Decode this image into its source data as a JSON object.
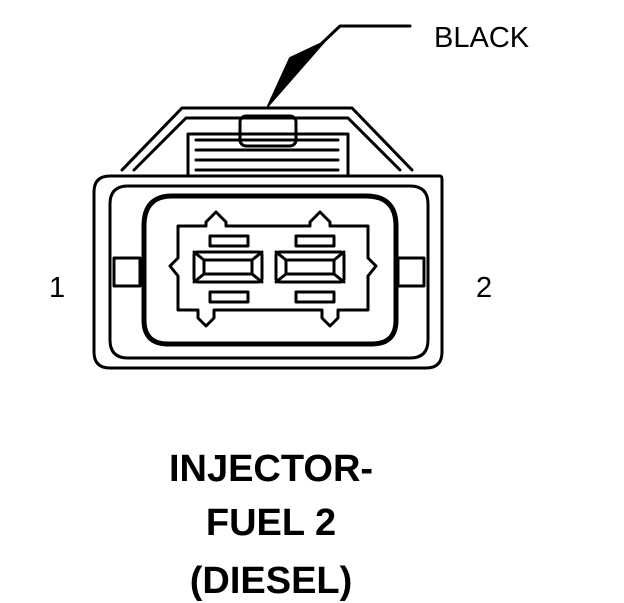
{
  "connector": {
    "color_label": "BLACK",
    "pin_labels": [
      "1",
      "2"
    ]
  },
  "caption": {
    "line1": "INJECTOR-",
    "line2": "FUEL 2",
    "line3": "(DIESEL)"
  },
  "colors": {
    "stroke": "#000000",
    "background": "#ffffff"
  }
}
